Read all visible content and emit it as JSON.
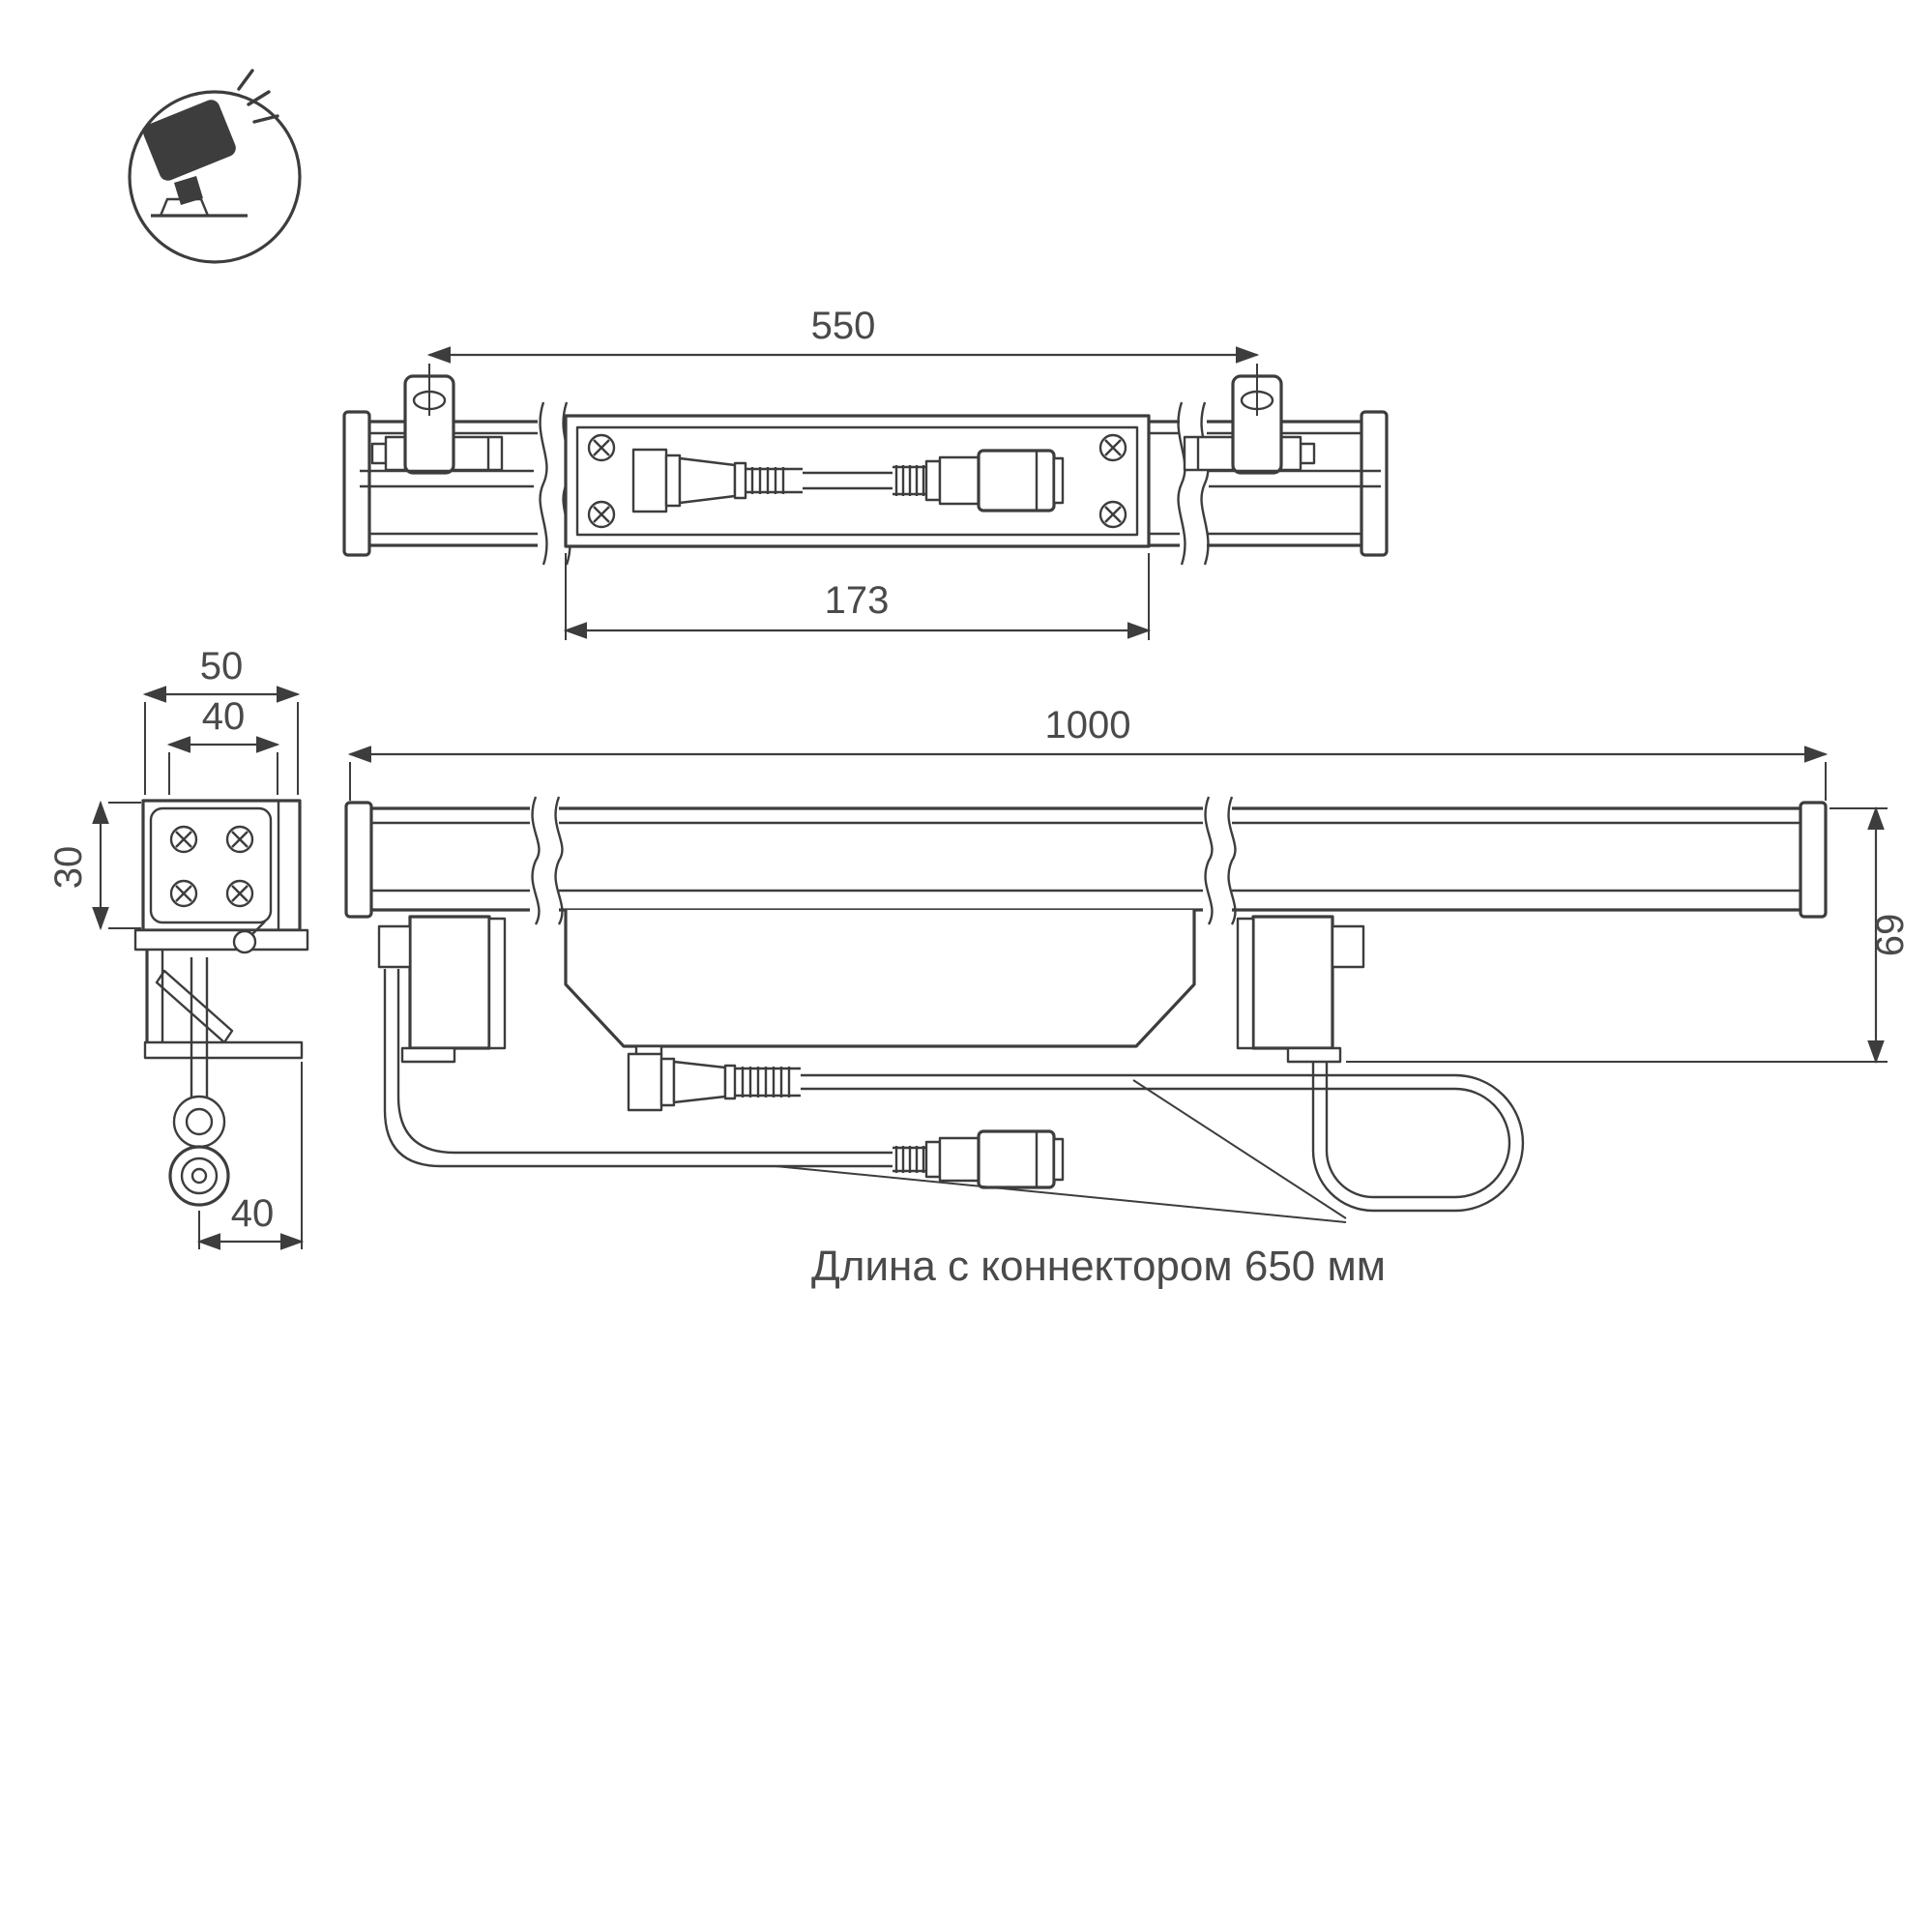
{
  "drawing": {
    "background": "#ffffff",
    "line_color": "#3d3d3d",
    "icon": {
      "name": "tilted-floodlight-icon"
    },
    "top_view": {
      "dim_bracket_span": "550",
      "dim_module_length": "173"
    },
    "side_view": {
      "dim_outer_width": "50",
      "dim_inner_width": "40",
      "dim_height": "30",
      "dim_cable_offset": "40"
    },
    "front_view": {
      "dim_total_length": "1000",
      "dim_total_height": "69"
    },
    "note": {
      "cable_length": "Длина с коннектором 650 мм"
    }
  }
}
